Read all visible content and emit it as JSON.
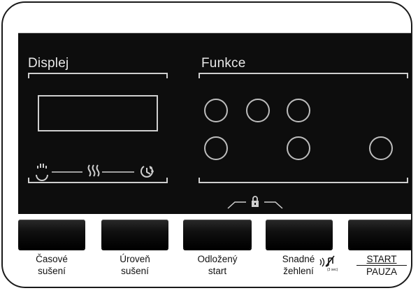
{
  "display": {
    "title": "Displej"
  },
  "functions": {
    "title": "Funkce"
  },
  "status_icons": [
    "dry-level-icon",
    "heat-icon",
    "timer-icon"
  ],
  "lock": {
    "icon": "lock-icon"
  },
  "buttons": [
    {
      "line1": "Časové",
      "line2": "sušení"
    },
    {
      "line1": "Úroveň",
      "line2": "sušení"
    },
    {
      "line1": "Odložený",
      "line2": "start"
    },
    {
      "line1": "Snadné",
      "line2": "žehlení",
      "sub": "(3 sec)"
    },
    {
      "line1": "START",
      "line2": "PAUZA"
    }
  ],
  "colors": {
    "screen": "#0d0d0d",
    "outline": "#1a1a1a",
    "glyph": "#cfcfcf"
  }
}
